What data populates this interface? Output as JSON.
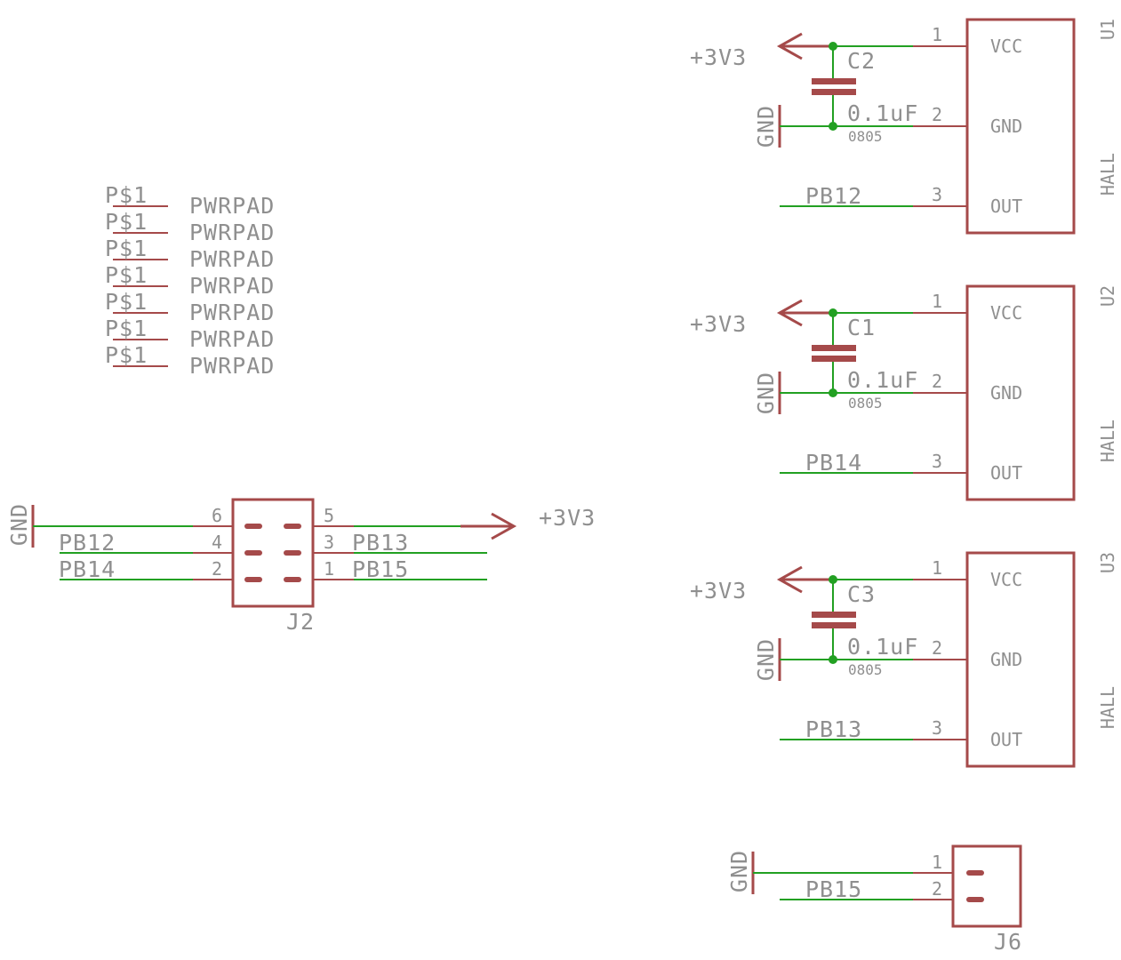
{
  "power_pads": {
    "pin_label": "P$1",
    "pad_label": "PWRPAD",
    "count": 7
  },
  "hall_sensors": [
    {
      "ref": "U1",
      "value": "HALL",
      "cap_ref": "C2",
      "cap_value": "0.1uF",
      "cap_pkg": "0805",
      "supply": "+3V3",
      "ground": "GND",
      "out_net": "PB12",
      "pins": [
        {
          "num": "1",
          "name": "VCC"
        },
        {
          "num": "2",
          "name": "GND"
        },
        {
          "num": "3",
          "name": "OUT"
        }
      ]
    },
    {
      "ref": "U2",
      "value": "HALL",
      "cap_ref": "C1",
      "cap_value": "0.1uF",
      "cap_pkg": "0805",
      "supply": "+3V3",
      "ground": "GND",
      "out_net": "PB14",
      "pins": [
        {
          "num": "1",
          "name": "VCC"
        },
        {
          "num": "2",
          "name": "GND"
        },
        {
          "num": "3",
          "name": "OUT"
        }
      ]
    },
    {
      "ref": "U3",
      "value": "HALL",
      "cap_ref": "C3",
      "cap_value": "0.1uF",
      "cap_pkg": "0805",
      "supply": "+3V3",
      "ground": "GND",
      "out_net": "PB13",
      "pins": [
        {
          "num": "1",
          "name": "VCC"
        },
        {
          "num": "2",
          "name": "GND"
        },
        {
          "num": "3",
          "name": "OUT"
        }
      ]
    }
  ],
  "j2": {
    "ref": "J2",
    "ground": "GND",
    "supply": "+3V3",
    "left_pins": [
      {
        "num": "6",
        "net": ""
      },
      {
        "num": "4",
        "net": "PB12"
      },
      {
        "num": "2",
        "net": "PB14"
      }
    ],
    "right_pins": [
      {
        "num": "5",
        "net": ""
      },
      {
        "num": "3",
        "net": "PB13"
      },
      {
        "num": "1",
        "net": "PB15"
      }
    ]
  },
  "j6": {
    "ref": "J6",
    "ground": "GND",
    "pins": [
      {
        "num": "1",
        "net": ""
      },
      {
        "num": "2",
        "net": "PB15"
      }
    ]
  }
}
